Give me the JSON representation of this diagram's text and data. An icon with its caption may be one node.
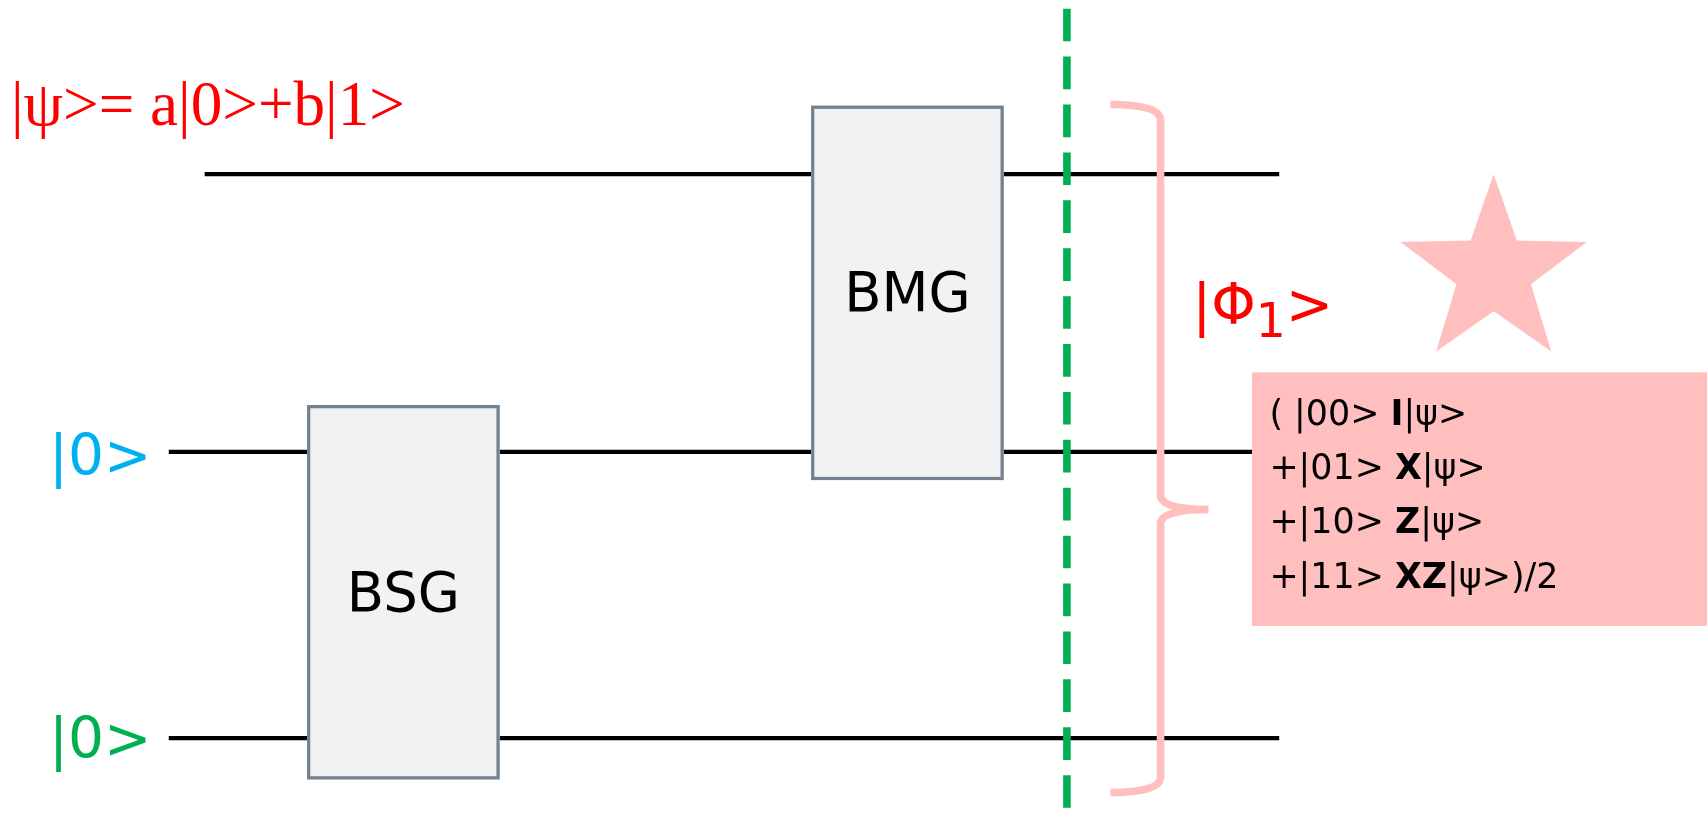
{
  "diagram": {
    "nodes": [
      {
        "text": [
          "|0>"
        ]
      },
      {
        "text": [
          "|0>"
        ]
      },
      {
        "text": [
          "BSG"
        ]
      },
      {
        "text": [
          "BMG"
        ]
      },
      {
        "text": [
          "( |00> **I**|ψ>",
          "+|01> **X**|ψ>",
          "+|10> **Z**|ψ>",
          "+|11> **XZ**|ψ>)/2"
        ]
      }
    ],
    "edges": [
      {
        "from": null,
        "to": 3,
        "arrow": "none"
      },
      {
        "from": 3,
        "to": null,
        "arrow": "none"
      },
      {
        "from": 0,
        "to": 2,
        "arrow": "none"
      },
      {
        "from": 2,
        "to": 3,
        "arrow": "none"
      },
      {
        "from": 3,
        "to": 4,
        "arrow": "none"
      },
      {
        "from": 1,
        "to": 2,
        "arrow": "none"
      },
      {
        "from": 2,
        "to": null,
        "arrow": "none"
      }
    ],
    "labels": [
      "|ψ>= a|0>+b|1>",
      "|Φ$_{1}$>"
    ]
  }
}
